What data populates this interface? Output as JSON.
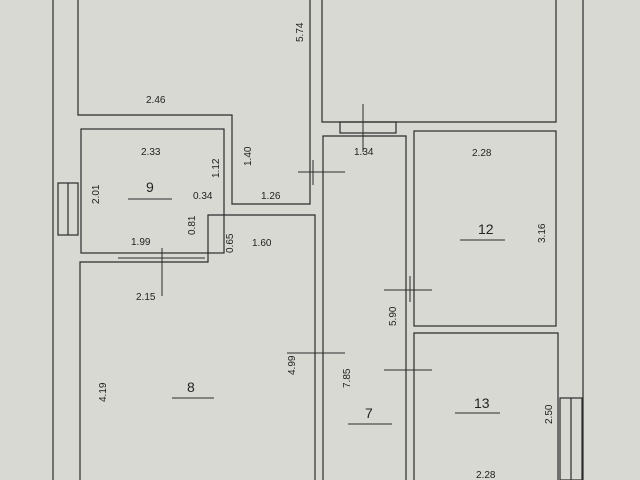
{
  "rooms": {
    "r7": "7",
    "r8": "8",
    "r9": "9",
    "r12": "12",
    "r13": "13"
  },
  "dimensions": {
    "d246": "2.46",
    "d574": "5.74",
    "d134": "1.34",
    "d228_top": "2.28",
    "d233": "2.33",
    "d112": "1.12",
    "d140": "1.40",
    "d201": "2.01",
    "d034": "0.34",
    "d126": "1.26",
    "d316": "3.16",
    "d199": "1.99",
    "d081": "0.81",
    "d065": "0.65",
    "d160": "1.60",
    "d215": "2.15",
    "d590": "5.90",
    "d419": "4.19",
    "d499": "4.99",
    "d785": "7.85",
    "d250": "2.50",
    "d228_bottom": "2.28"
  }
}
